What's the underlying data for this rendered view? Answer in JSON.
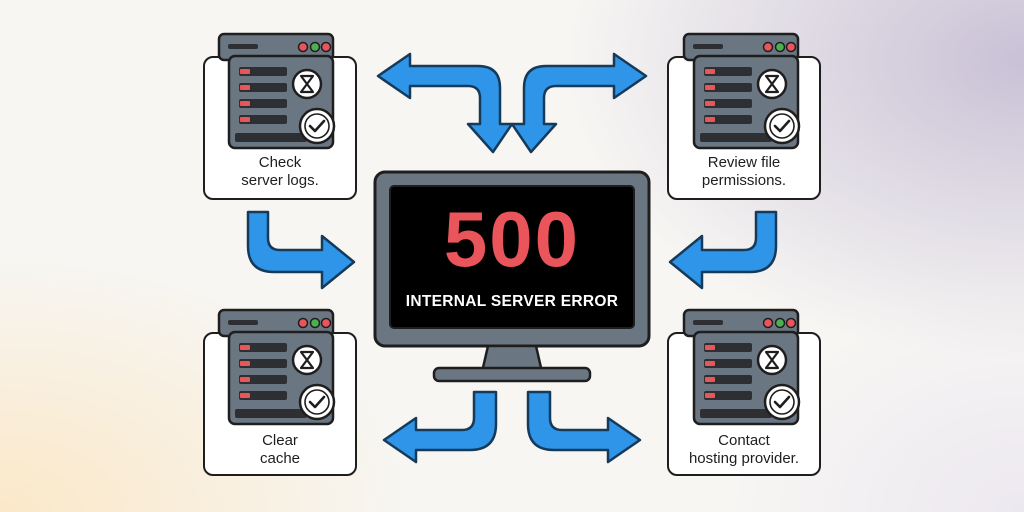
{
  "colors": {
    "arrow_fill": "#2f95e8",
    "arrow_stroke": "#163a5a",
    "server_body": "#6b7683",
    "server_slot": "#2d2f33",
    "led_red": "#e9555a",
    "led_green": "#4caf50",
    "error_code": "#e9555a",
    "screen": "#000000",
    "bezel": "#6b7683"
  },
  "monitor": {
    "code": "500",
    "subtitle": "INTERNAL SERVER ERROR"
  },
  "steps": [
    {
      "id": "check-logs",
      "line1": "Check",
      "line2": "server logs."
    },
    {
      "id": "review-permissions",
      "line1": "Review file",
      "line2": "permissions."
    },
    {
      "id": "clear-cache",
      "line1": "Clear",
      "line2": "cache"
    },
    {
      "id": "contact-provider",
      "line1": "Contact",
      "line2": "hosting provider."
    }
  ]
}
